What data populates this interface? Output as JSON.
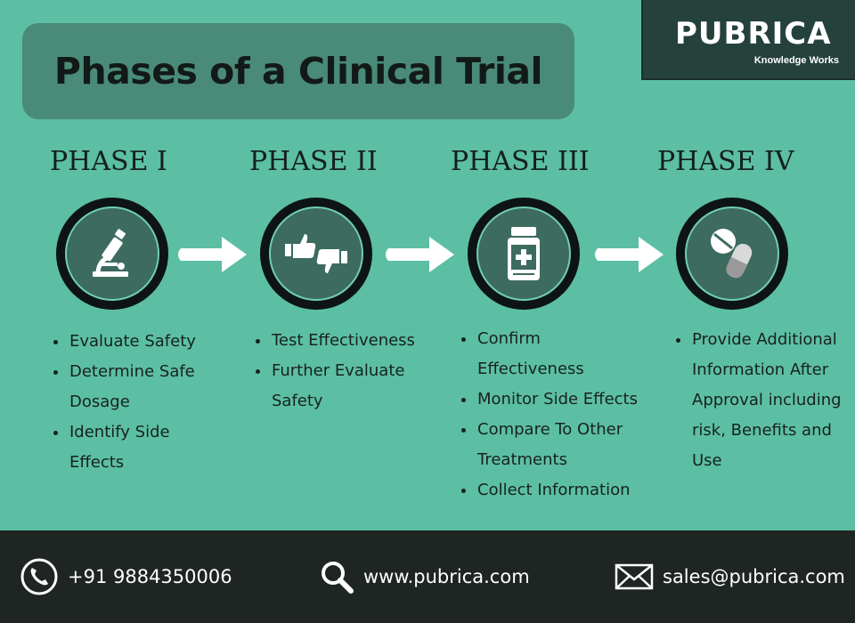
{
  "title": "Phases of a Clinical Trial",
  "logo": {
    "brand": "PUBRICA",
    "tagline": "Knowledge Works"
  },
  "phases": [
    {
      "label": "PHASE I",
      "icon": "microscope-icon",
      "bullets": [
        "Evaluate Safety",
        "Determine Safe Dosage",
        "Identify Side Effects"
      ]
    },
    {
      "label": "PHASE II",
      "icon": "thumbs-up-down-icon",
      "bullets": [
        "Test Effectiveness",
        "Further Evaluate Safety"
      ]
    },
    {
      "label": "PHASE III",
      "icon": "medicine-bottle-icon",
      "bullets": [
        "Confirm Effectiveness",
        "Monitor Side Effects",
        "Compare To Other Treatments",
        "Collect Information"
      ]
    },
    {
      "label": "PHASE IV",
      "icon": "pills-icon",
      "bullets": [
        "Provide Additional Information After Approval including risk, Benefits and Use"
      ]
    }
  ],
  "footer": {
    "phone": "+91 9884350006",
    "website": "www.pubrica.com",
    "email": "sales@pubrica.com"
  },
  "colors": {
    "background": "#5cbfa3",
    "title_box": "#4a8a78",
    "footer": "#1e2523",
    "logo_bg": "#24413b",
    "circle_inner": "#3d6b5f"
  }
}
